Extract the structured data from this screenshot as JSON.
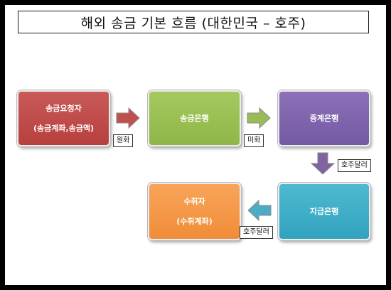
{
  "title": "해외 송금 기본 흐름 (대한민국 – 호주)",
  "nodes": {
    "sender": {
      "label": "송금요청자",
      "sub": "(송금계좌,송금액)",
      "color": "#be4b4a"
    },
    "remit_bank": {
      "label": "송금은행",
      "color": "#9bbf55"
    },
    "inter_bank": {
      "label": "중계은행",
      "color": "#8064a2"
    },
    "pay_bank": {
      "label": "지급은행",
      "color": "#3daec8"
    },
    "recipient": {
      "label": "수취자",
      "sub": "(수취계좌)",
      "color": "#f59a47"
    }
  },
  "edges": [
    {
      "from": "sender",
      "to": "remit_bank",
      "label": "원화",
      "color": "#c0504d",
      "direction": "right"
    },
    {
      "from": "remit_bank",
      "to": "inter_bank",
      "label": "미화",
      "color": "#9bbb59",
      "direction": "right"
    },
    {
      "from": "inter_bank",
      "to": "pay_bank",
      "label": "호주달러",
      "color": "#8064a2",
      "direction": "down"
    },
    {
      "from": "pay_bank",
      "to": "recipient",
      "label": "호주달러",
      "color": "#4bacc6",
      "direction": "left"
    }
  ]
}
